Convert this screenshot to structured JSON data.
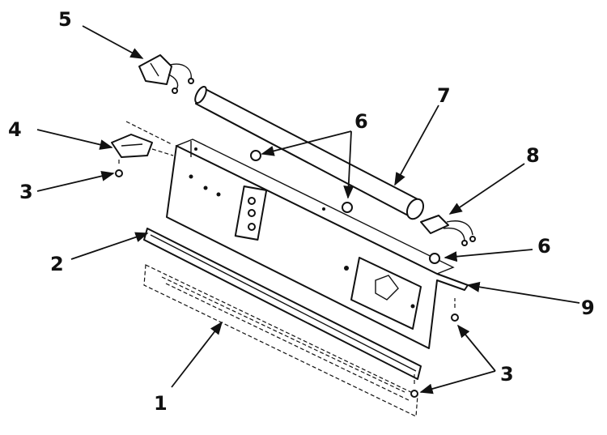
{
  "callouts": {
    "c1": "1",
    "c2": "2",
    "c3a": "3",
    "c3b": "3",
    "c4": "4",
    "c5": "5",
    "c6a": "6",
    "c6b": "6",
    "c7": "7",
    "c8": "8",
    "c9": "9"
  }
}
